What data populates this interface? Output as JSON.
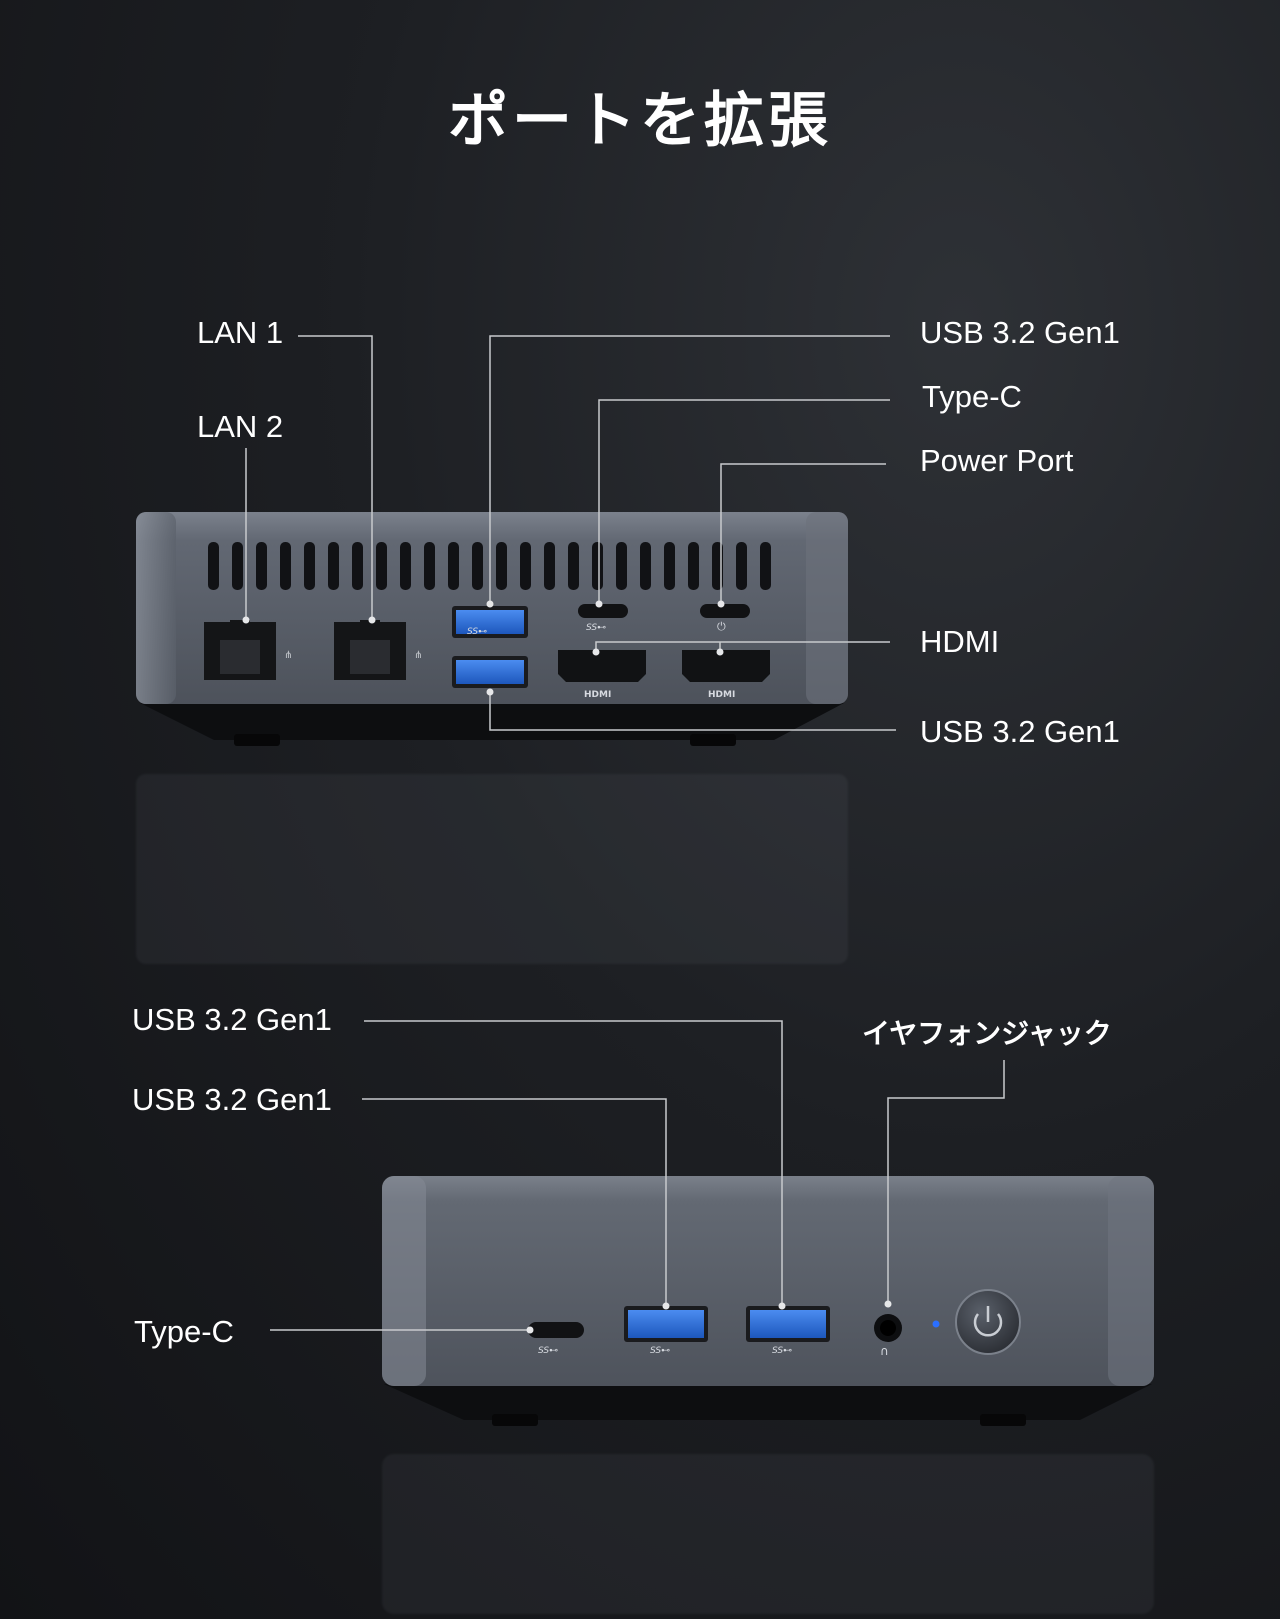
{
  "title": "ポートを拡張",
  "rear": {
    "labels": {
      "lan1": "LAN 1",
      "lan2": "LAN 2",
      "usb_top": "USB 3.2  Gen1",
      "type_c": "Type-C",
      "power": "Power Port",
      "hdmi": "HDMI",
      "usb_bottom": "USB 3.2  Gen1"
    },
    "port_marks": {
      "ss": "SS⊷",
      "hdmi1": "HDMI",
      "hdmi2": "HDMI"
    }
  },
  "front": {
    "labels": {
      "usb1": "USB 3.2  Gen1",
      "usb2": "USB 3.2  Gen1",
      "earphone": "イヤフォンジャック",
      "type_c": "Type-C"
    }
  },
  "colors": {
    "usb_blue": "#2a6fd6",
    "chassis": "#5c626d",
    "led": "#2b6fff"
  }
}
